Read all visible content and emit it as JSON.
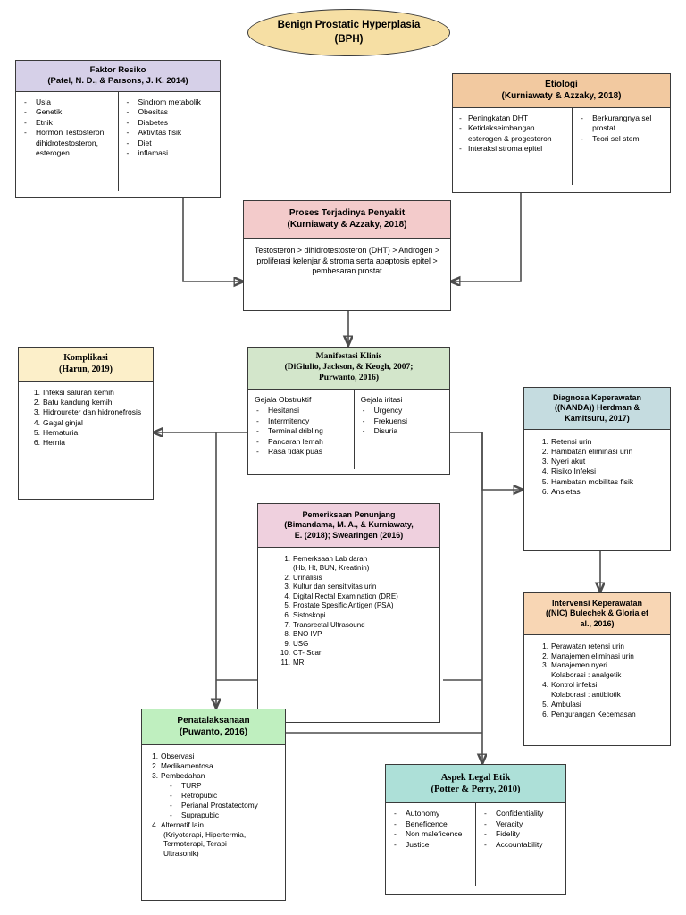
{
  "diagram": {
    "title": "Benign Prostatic Hyperplasia (BPH) Concept Map",
    "colors": {
      "root": "#F6DFA4",
      "faktor_resiko": "#D6D0E8",
      "etiologi": "#F2C9A0",
      "proses": "#F3CBCB",
      "manifestasi": "#D3E6CB",
      "komplikasi": "#FCEFC9",
      "diagnosa": "#C5DCE0",
      "pemeriksaan": "#EFD0DE",
      "intervensi": "#F8D6B4",
      "penatalaksanaan": "#BFEFBF",
      "legal_etik": "#ADE0D8",
      "border": "#3A3A3A",
      "connector": "#4D4D4D"
    }
  },
  "root": {
    "line1": "Benign Prostatic Hyperplasia",
    "line2": "(BPH)"
  },
  "faktor_resiko": {
    "title": "Faktor Resiko",
    "citation": "(Patel, N. D., & Parsons, J. K. 2014)",
    "col1": [
      "Usia",
      "Genetik",
      "Etnik",
      "Hormon Testosteron, dihidrotestosteron, esterogen"
    ],
    "col2": [
      "Sindrom metabolik",
      "Obesitas",
      "Diabetes",
      "Aktivitas fisik",
      "Diet",
      "inflamasi"
    ]
  },
  "etiologi": {
    "title": "Etiologi",
    "citation": "(Kurniawaty & Azzaky, 2018)",
    "col1": [
      "Peningkatan DHT",
      "Ketidakseimbangan esterogen & progesteron",
      "Interaksi stroma epitel"
    ],
    "col2": [
      "Berkurangnya sel prostat",
      "Teori sel stem"
    ]
  },
  "proses": {
    "title": "Proses Terjadinya Penyakit",
    "citation": "(Kurniawaty & Azzaky, 2018)",
    "text": "Testosteron > dihidrotestosteron (DHT) > Androgen > proliferasi kelenjar & stroma serta apaptosis epitel >  pembesaran prostat"
  },
  "manifestasi": {
    "title": "Manifestasi Klinis",
    "citation_line1": "(DiGiulio, Jackson, & Keogh, 2007;",
    "citation_line2": "Purwanto, 2016)",
    "col1_heading": "Gejala Obstruktif",
    "col1": [
      "Hesitansi",
      "Intermitency",
      "Terminal dribling",
      "Pancaran lemah",
      "Rasa tidak puas"
    ],
    "col2_heading": "Gejala iritasi",
    "col2": [
      "Urgency",
      "Frekuensi",
      "Disuria"
    ]
  },
  "komplikasi": {
    "title": "Komplikasi",
    "citation": "(Harun, 2019)",
    "items": [
      "Infeksi saluran kemih",
      "Batu kandung kemih",
      "Hidroureter dan hidronefrosis",
      "Gagal ginjal",
      "Hematuria",
      "Hernia"
    ]
  },
  "diagnosa": {
    "title": "Diagnosa Keperawatan",
    "citation_line1": "((NANDA)) Herdman &",
    "citation_line2": "Kamitsuru, 2017)",
    "items": [
      "Retensi urin",
      "Hambatan eliminasi urin",
      "Nyeri akut",
      "Risiko Infeksi",
      "Hambatan mobilitas fisik",
      "Ansietas"
    ]
  },
  "pemeriksaan": {
    "title": "Pemeriksaan Penunjang",
    "citation_line1": "(Bimandama, M. A., & Kurniawaty,",
    "citation_line2": "E. (2018); Swearingen (2016)",
    "items": [
      "Pemerksaan Lab darah (Hb, Ht, BUN, Kreatinin)",
      "Urinalisis",
      "Kultur dan sensitivitas urin",
      "Digital Rectal Examination (DRE)",
      "Prostate Spesific Antigen (PSA)",
      "Sistoskopi",
      "Transrectal Ultrasound",
      "BNO IVP",
      "USG",
      "CT- Scan",
      "MRI"
    ],
    "item1_line1": "Pemerksaan Lab darah",
    "item1_line2": "(Hb, Ht, BUN, Kreatinin)"
  },
  "intervensi": {
    "title": "Intervensi Keperawatan",
    "citation_line1": "((NIC) Bulechek & Gloria et",
    "citation_line2": "al., 2016)",
    "items": [
      "Perawatan retensi urin",
      "Manajemen eliminasi urin",
      "Manajemen nyeri",
      "Kontrol infeksi",
      "Ambulasi",
      "Pengurangan Kecemasan"
    ],
    "item3_sub": "Kolaborasi : analgetik",
    "item4_sub": "Kolaborasi : antibiotik"
  },
  "penatalaksanaan": {
    "title": "Penatalaksanaan",
    "citation": "(Puwanto, 2016)",
    "items": [
      "Observasi",
      "Medikamentosa",
      "Pembedahan",
      "Alternatif lain"
    ],
    "pembedahan_sub": [
      "TURP",
      "Retropubic",
      "Perianal Prostatectomy",
      "Suprapubic"
    ],
    "alternatif_sub_line1": "(Kriyoterapi, Hipertermia,",
    "alternatif_sub_line2": "Termoterapi, Terapi",
    "alternatif_sub_line3": "Ultrasonik)"
  },
  "legal_etik": {
    "title": "Aspek Legal Etik",
    "citation": "(Potter & Perry, 2010)",
    "col1": [
      "Autonomy",
      "Beneficence",
      "Non maleficence",
      "Justice"
    ],
    "col2": [
      "Confidentiality",
      "Veracity",
      "Fidelity",
      "Accountability"
    ]
  }
}
